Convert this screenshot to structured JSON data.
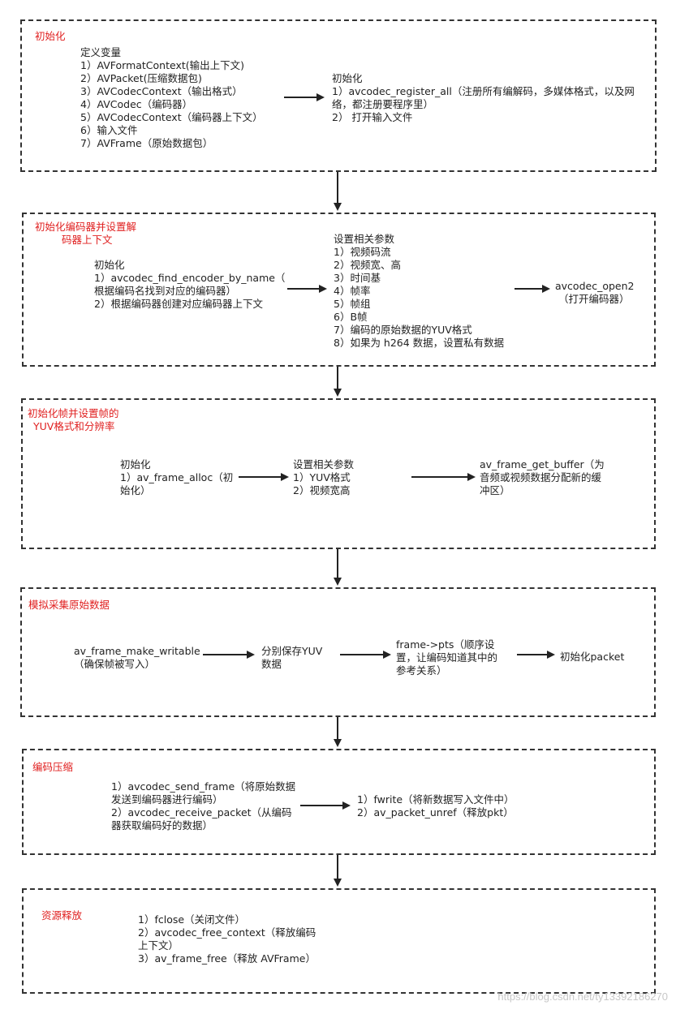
{
  "sections": [
    {
      "title": [
        "初始化"
      ],
      "groups": [
        [
          "定义变量",
          "1）AVFormatContext(输出上下文)",
          "2）AVPacket(压缩数据包)",
          "3）AVCodecContext（输出格式）",
          "4）AVCodec（编码器）",
          "5）AVCodecContext（编码器上下文）",
          "6）输入文件",
          "7）AVFrame（原始数据包）"
        ],
        [
          "初始化",
          "1）avcodec_register_all（注册所有编解码，多媒体格式，以及网",
          "络，都注册要程序里）",
          "2） 打开输入文件"
        ]
      ]
    },
    {
      "title": [
        "初始化编码器并设置解",
        "码器上下文"
      ],
      "groups": [
        [
          "初始化",
          "1）avcodec_find_encoder_by_name（",
          "根据编码名找到对应的编码器）",
          "2）根据编码器创建对应编码器上下文"
        ],
        [
          "设置相关参数",
          "1）视频码流",
          "2）视频宽、高",
          "3）时间基",
          "4）帧率",
          "5）帧组",
          "6）B帧",
          "7）编码的原始数据的YUV格式",
          "8）如果为 h264 数据，设置私有数据"
        ],
        [
          "avcodec_open2",
          "（打开编码器）"
        ]
      ]
    },
    {
      "title": [
        "初始化帧并设置帧的",
        "YUV格式和分辨率"
      ],
      "groups": [
        [
          "初始化",
          "1）av_frame_alloc（初",
          "始化）"
        ],
        [
          "设置相关参数",
          "1）YUV格式",
          "2）视频宽高"
        ],
        [
          "av_frame_get_buffer（为",
          "音频或视频数据分配新的缓",
          "冲区）"
        ]
      ]
    },
    {
      "title": [
        "模拟采集原始数据"
      ],
      "groups": [
        [
          "av_frame_make_writable",
          "（确保帧被写入）"
        ],
        [
          "分别保存YUV",
          "数据"
        ],
        [
          "frame->pts（顺序设",
          "置，让编码知道其中的",
          "参考关系）"
        ],
        [
          "初始化packet"
        ]
      ]
    },
    {
      "title": [
        "编码压缩"
      ],
      "groups": [
        [
          "1）avcodec_send_frame（将原始数据",
          "发送到编码器进行编码）",
          "2）avcodec_receive_packet（从编码",
          "器获取编码好的数据）"
        ],
        [
          "1）fwrite（将新数据写入文件中）",
          "2）av_packet_unref（释放pkt）"
        ]
      ]
    },
    {
      "title": [
        "资源释放"
      ],
      "groups": [
        [
          "1）fclose（关闭文件）",
          "2）avcodec_free_context（释放编码",
          "上下文）",
          "3）av_frame_free（释放 AVFrame）"
        ]
      ]
    }
  ],
  "watermark": "https://blog.csdn.net/ty13392186270"
}
